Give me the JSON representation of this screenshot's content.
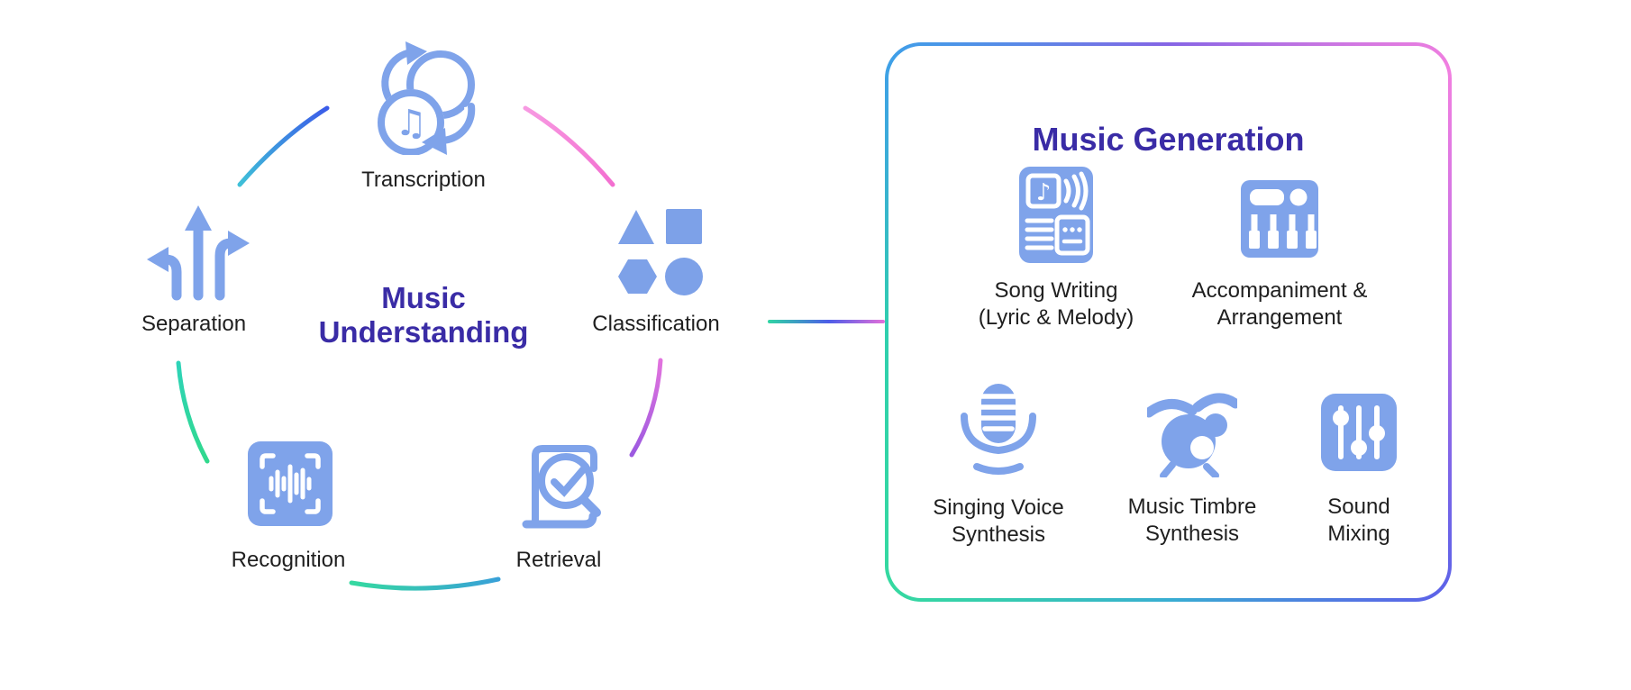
{
  "left": {
    "title": {
      "line1": "Music",
      "line2": "Understanding"
    },
    "nodes": {
      "transcription": {
        "label": "Transcription"
      },
      "classification": {
        "label": "Classification"
      },
      "retrieval": {
        "label": "Retrieval"
      },
      "recognition": {
        "label": "Recognition"
      },
      "separation": {
        "label": "Separation"
      }
    }
  },
  "right": {
    "title": "Music Generation",
    "items": {
      "song_writing": {
        "line1": "Song Writing",
        "line2": "(Lyric & Melody)"
      },
      "accompaniment": {
        "line1": "Accompaniment &",
        "line2": "Arrangement"
      },
      "singing_voice": {
        "line1": "Singing Voice",
        "line2": "Synthesis"
      },
      "music_timbre": {
        "line1": "Music Timbre",
        "line2": "Synthesis"
      },
      "sound_mixing": {
        "line1": "Sound",
        "line2": "Mixing"
      }
    }
  },
  "glyphs": {
    "note_double": "♫",
    "note_single": "♪"
  },
  "colors": {
    "icon_blue": "#7FA3EA",
    "title_purple": "#3A2CA6",
    "label_dark": "#1F1F1F",
    "arc_blue": [
      "#3FC0D8",
      "#3B5CE9"
    ],
    "arc_pink": [
      "#F79AE2",
      "#F36FD0"
    ],
    "arc_purple": [
      "#E273DE",
      "#9B59E0"
    ],
    "arc_bottom": [
      "#38A0D8",
      "#35D9A0"
    ],
    "arc_green": [
      "#31D98D",
      "#2ED3B8"
    ],
    "connector": [
      "#2FD6A3",
      "#4D5DE8",
      "#E36FD9"
    ],
    "box_border": {
      "top_left": "#3F9FE8",
      "top_right": "#F17FE0",
      "bottom_right": "#5C63E8",
      "bottom_left": "#35D9A0"
    }
  }
}
